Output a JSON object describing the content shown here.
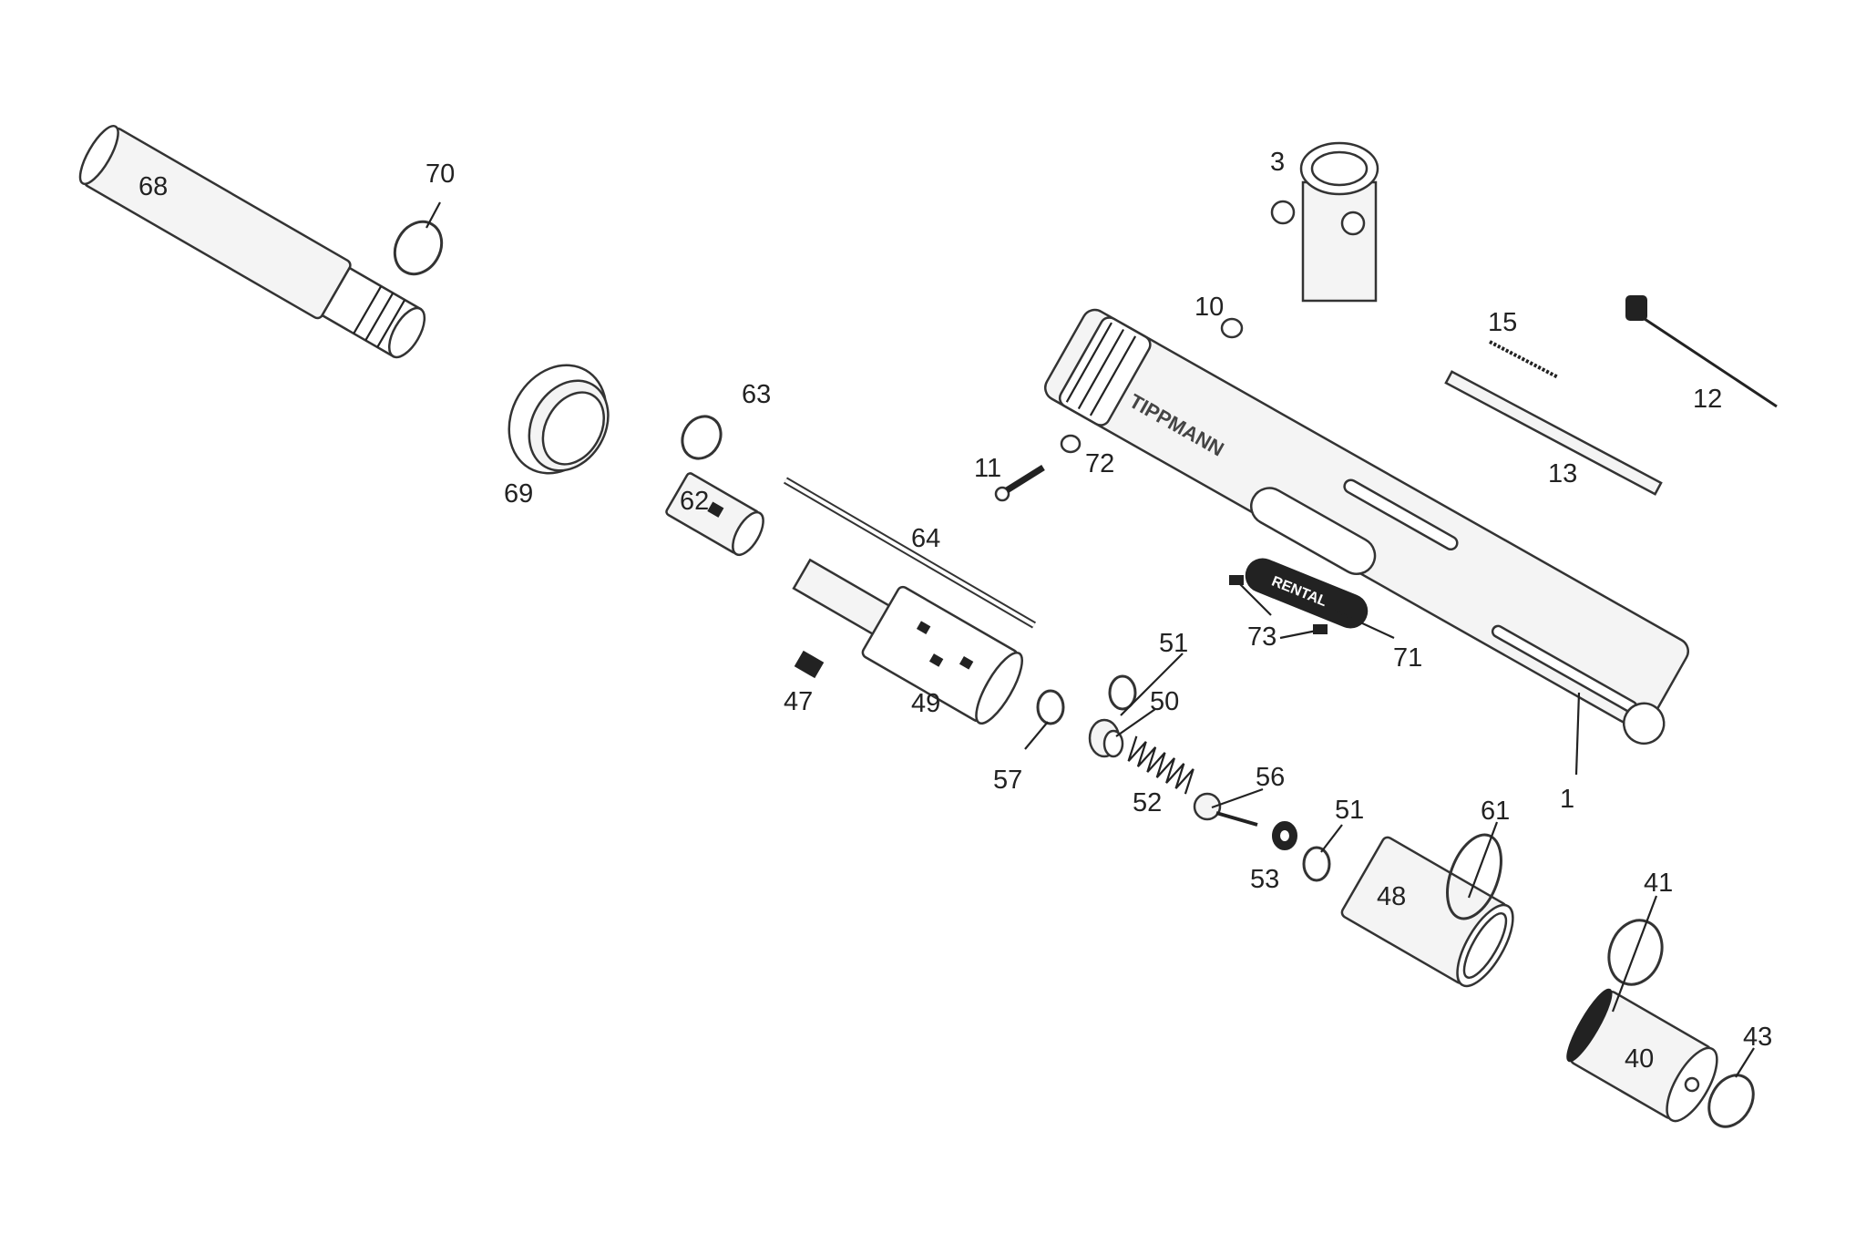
{
  "diagram": {
    "body_logo": "TIPPMANN",
    "plate_logo": "RENTAL",
    "labels": {
      "p68": "68",
      "p70": "70",
      "p69": "69",
      "p63": "63",
      "p62": "62",
      "p64": "64",
      "p47": "47",
      "p49": "49",
      "p57": "57",
      "p51a": "51",
      "p50": "50",
      "p52": "52",
      "p56": "56",
      "p51b": "51",
      "p53": "53",
      "p48": "48",
      "p61": "61",
      "p41": "41",
      "p40": "40",
      "p43": "43",
      "p1": "1",
      "p71": "71",
      "p73": "73",
      "p11": "11",
      "p72": "72",
      "p10": "10",
      "p3": "3",
      "p15": "15",
      "p12": "12",
      "p13": "13"
    }
  }
}
